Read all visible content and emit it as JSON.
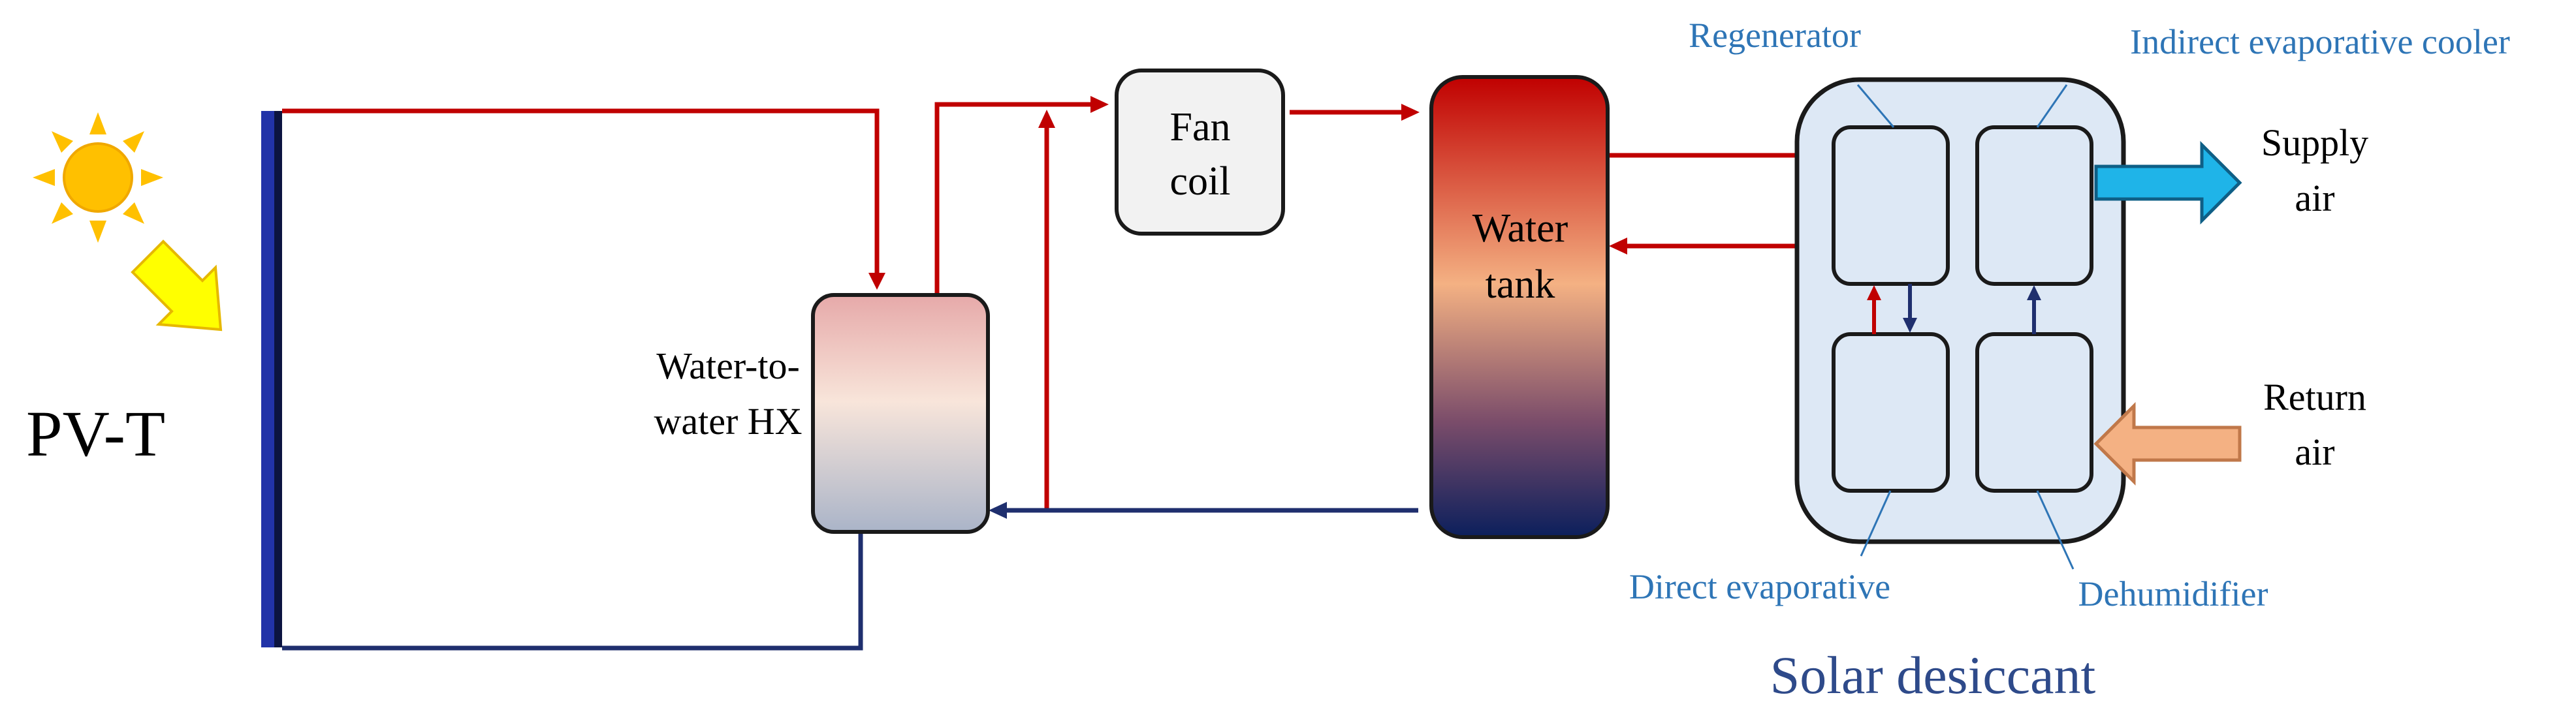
{
  "labels": {
    "pvt": "PV-T",
    "hx_line1": "Water-to-",
    "hx_line2": "water HX",
    "fan_line1": "Fan",
    "fan_line2": "coil",
    "tank_line1": "Water",
    "tank_line2": "tank",
    "regenerator": "Regenerator",
    "indirect": "Indirect evaporative cooler",
    "direct": "Direct evaporative",
    "dehumidifier": "Dehumidifier",
    "supply_line1": "Supply",
    "supply_line2": "air",
    "return_line1": "Return",
    "return_line2": "air",
    "solar_desiccant": "Solar desiccant"
  },
  "colors": {
    "hot_pipe": "#c00000",
    "cold_pipe": "#1f2f6e",
    "component_label": "#2e75b6",
    "panel": "#1f2fa0",
    "unit_fill": "#dde8f5",
    "supply_arrow": "#1fb4e8",
    "return_arrow": "#f4b183",
    "sun": "#ffc000",
    "sun_arrow": "#ffff00"
  }
}
